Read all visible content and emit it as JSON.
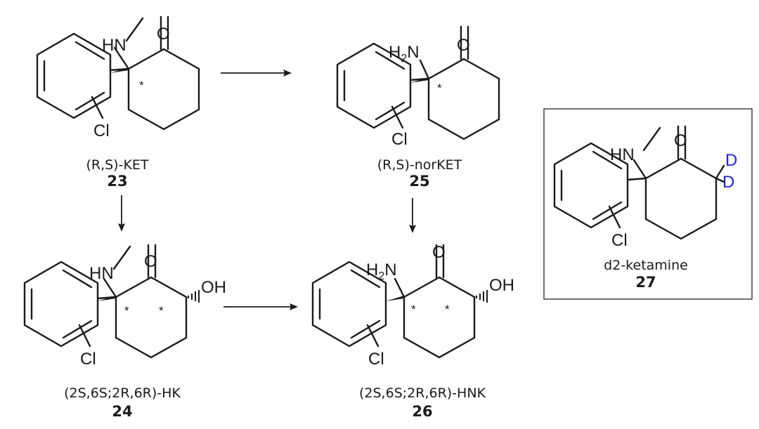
{
  "compounds": [
    {
      "name": "(R,S)-KET",
      "number": "23"
    },
    {
      "name": "(2S,6S;2R,6R)-HK",
      "number": "24"
    },
    {
      "name": "(R,S)-norKET",
      "number": "25"
    },
    {
      "name": "(2S,6S;2R,6R)-HNK",
      "number": "26"
    },
    {
      "name": "d2-ketamine",
      "number": "27"
    }
  ],
  "atoms": {
    "O": "O",
    "HN": "HN",
    "H2N_H": "H",
    "H2N_2": "2",
    "H2N_N": "N",
    "Cl": "Cl",
    "OH": "OH",
    "D": "D",
    "star": "*"
  },
  "colors": {
    "deuterium": "#2222dd",
    "ink": "#1a1a1a"
  }
}
